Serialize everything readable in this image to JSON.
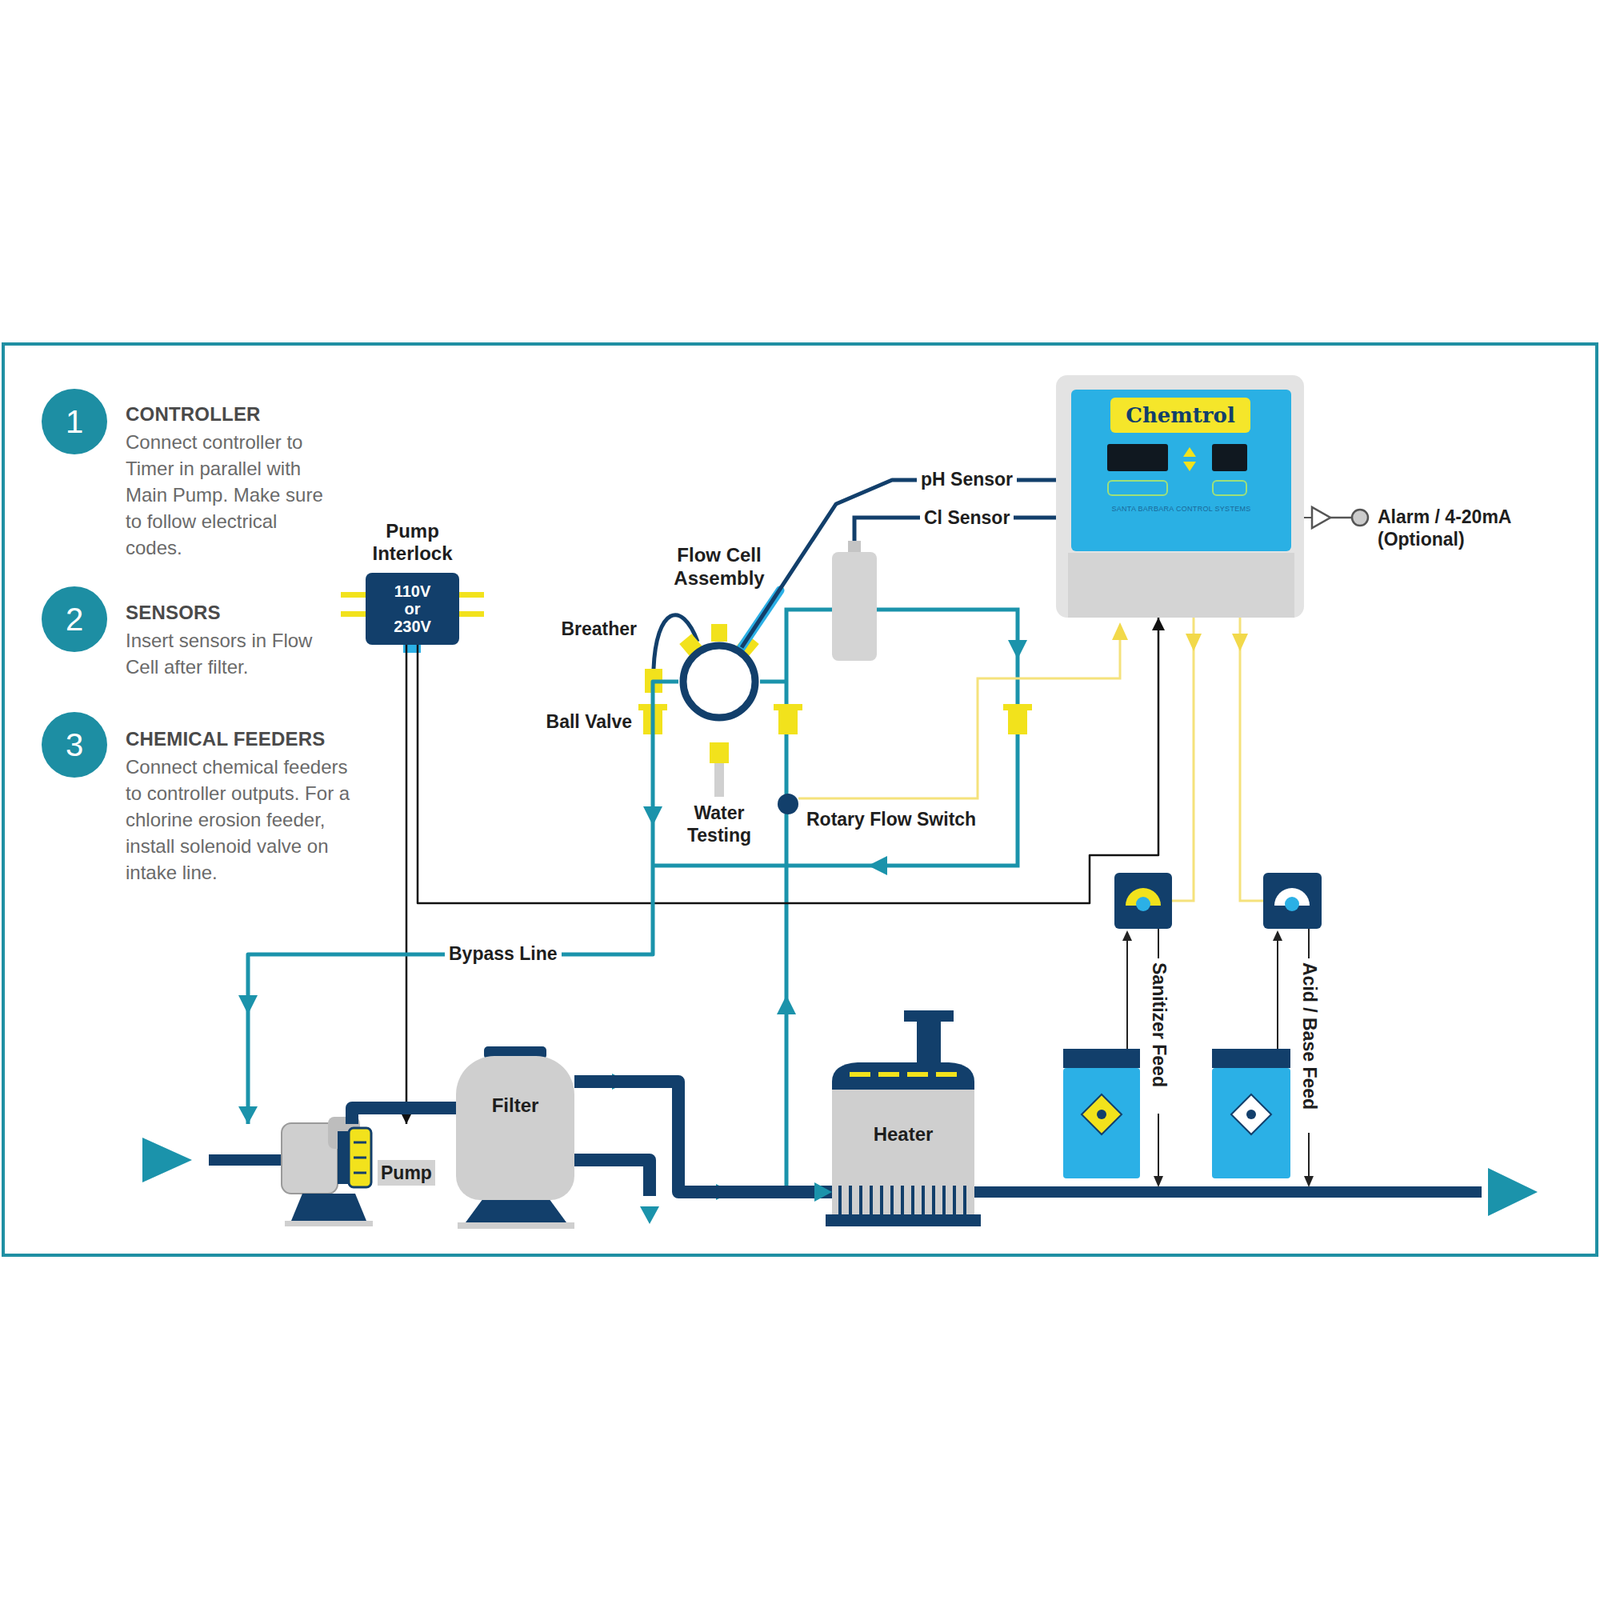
{
  "diagram": {
    "nodes": [
      {
        "text": [
          "1"
        ]
      },
      {
        "text": [
          "2"
        ]
      },
      {
        "text": [
          "3"
        ]
      },
      {
        "text": [
          "Pump Interlock",
          "110V or 230V"
        ]
      },
      {
        "text": [
          "Flow Cell Assembly"
        ]
      },
      {
        "text": [
          "Chemtrol",
          "SANTA BARBARA CONTROL SYSTEMS"
        ]
      },
      {
        "text": [
          "Filter"
        ]
      },
      {
        "text": [
          "Pump"
        ]
      },
      {
        "text": [
          "Heater"
        ]
      }
    ],
    "edges": [
      {
        "from": 3,
        "to": 7,
        "arrow": "to"
      },
      {
        "from": 3,
        "to": 5,
        "arrow": "to"
      },
      {
        "from": 7,
        "to": 6,
        "arrow": "none"
      },
      {
        "from": 6,
        "to": 8,
        "arrow": "to"
      },
      {
        "from": 4,
        "to": 7,
        "label": "Bypass Line",
        "arrow": "to"
      },
      {
        "from": 5,
        "to": 4,
        "label": "pH Sensor",
        "arrow": "none"
      }
    ],
    "labels": [
      "CONTROLLER",
      "Connect controller to Timer in parallel with Main Pump. Make sure to follow electrical codes.",
      "SENSORS",
      "Insert sensors in Flow Cell after filter.",
      "CHEMICAL FEEDERS",
      "Connect chemical feeders to controller outputs. For a chlorine erosion feeder, install solenoid valve on intake line.",
      "Cl Sensor",
      "Alarm / 4-20mA (Optional)",
      "Breather",
      "Ball Valve",
      "Water Testing",
      "Rotary Flow Switch",
      "Sanitizer Feed",
      "Acid / Base Feed"
    ]
  }
}
